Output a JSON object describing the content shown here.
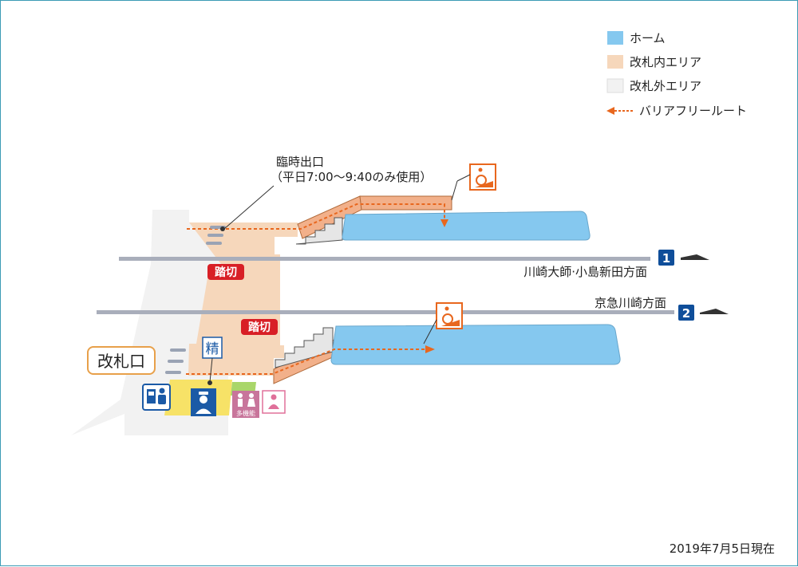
{
  "legend": {
    "home": "ホーム",
    "inside_gate": "改札内エリア",
    "outside_gate": "改札外エリア",
    "barrier_free": "バリアフリールート"
  },
  "colors": {
    "platform": "#85c8ef",
    "inside_gate": "#f6d7bb",
    "outside_gate": "#f2f2f2",
    "route": "#e8671e",
    "track": "#a9aebb",
    "crossing": "#d81f26",
    "track_badge": "#0f4e9a",
    "toilet": "#c8759b"
  },
  "temp_exit": {
    "line1": "臨時出口",
    "line2": "（平日7:00～9:40のみ使用）"
  },
  "crossing_label": "踏切",
  "gate_label": "改札口",
  "fare_adjust": "精",
  "multi_toilet_label": "多機能",
  "track1": {
    "number": "1",
    "direction": "川崎大師·小島新田方面"
  },
  "track2": {
    "number": "2",
    "direction": "京急川崎方面"
  },
  "as_of": "2019年7月5日現在"
}
